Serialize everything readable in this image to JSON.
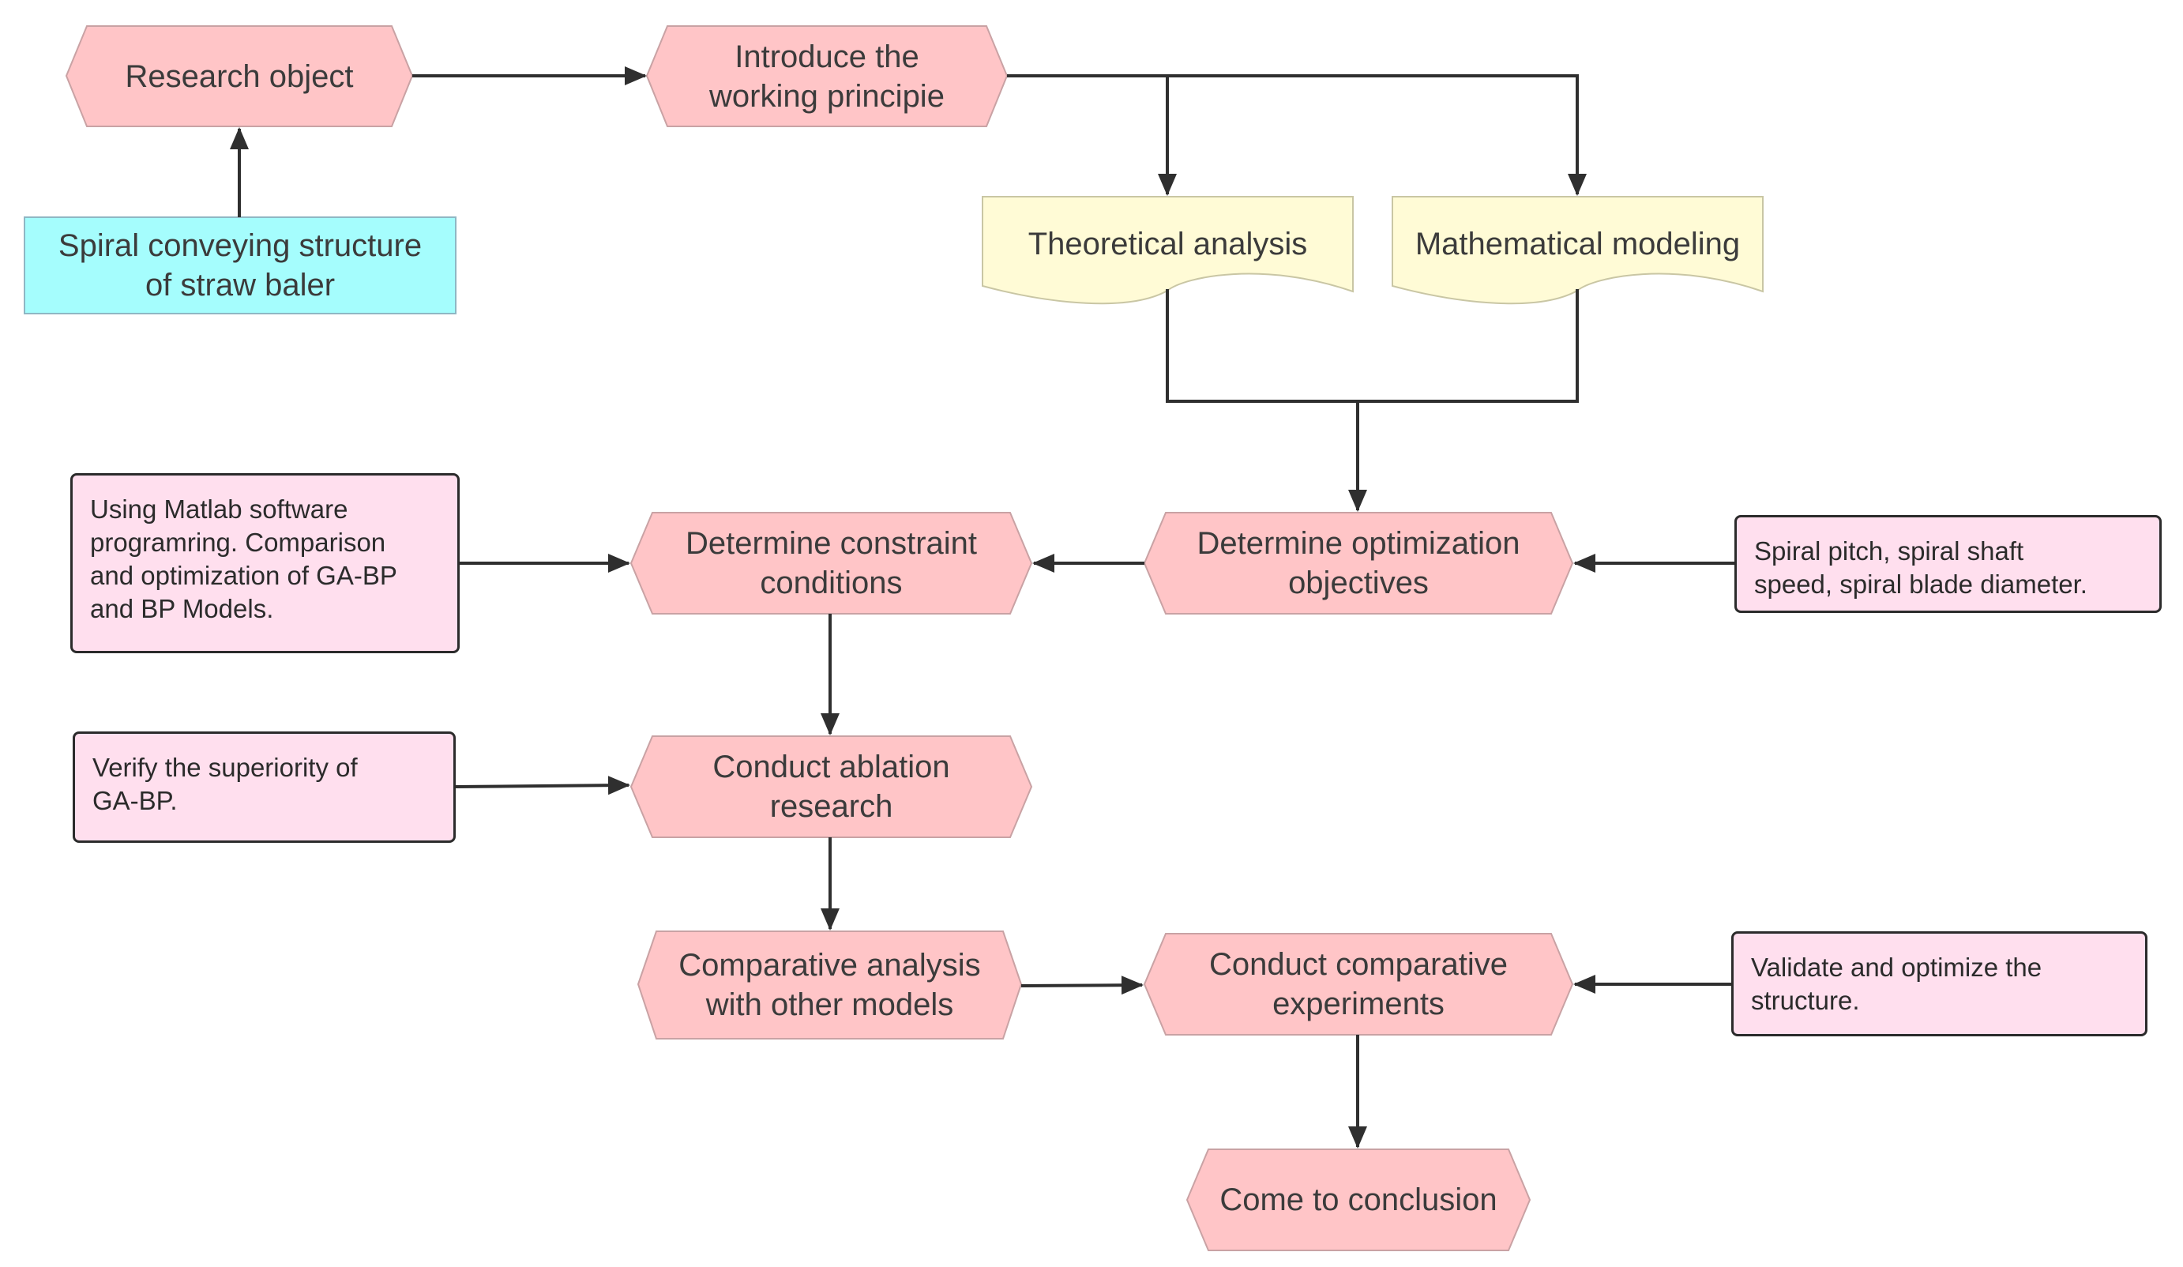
{
  "nodes": {
    "research_object": "Research object",
    "introduce_principle": "Introduce the\nworking principie",
    "spiral_structure": "Spiral conveying structure\nof straw baler",
    "theoretical_analysis": "Theoretical analysis",
    "mathematical_modeling": "Mathematical modeling",
    "determine_constraints": "Determine constraint\nconditions",
    "determine_objectives": "Determine optimization\nobjectives",
    "conduct_ablation": "Conduct ablation\nresearch",
    "comparative_analysis": "Comparative analysis\nwith other models",
    "conduct_experiments": "Conduct comparative\nexperiments",
    "come_to_conclusion": "Come to conclusion"
  },
  "notes": {
    "matlab": "Using Matlab software\nprogramring. Comparison\nand optimization of GA-BP\nand BP Models.",
    "spiral_params": "Spiral pitch, spiral shaft\nspeed, spiral blade diameter.",
    "verify": "Verify the superiority of\nGA-BP.",
    "validate": "Validate and optimize the\nstructure."
  },
  "colors": {
    "hexagon_fill": "#ffc5c7",
    "hexagon_stroke": "#c9a2a4",
    "document_fill": "#fffbd6",
    "document_stroke": "#c9c6a4",
    "start_fill": "#a5fdfd",
    "start_stroke": "#8fb7c4",
    "note_fill": "#ffdfee",
    "connector": "#2f2f2f"
  }
}
